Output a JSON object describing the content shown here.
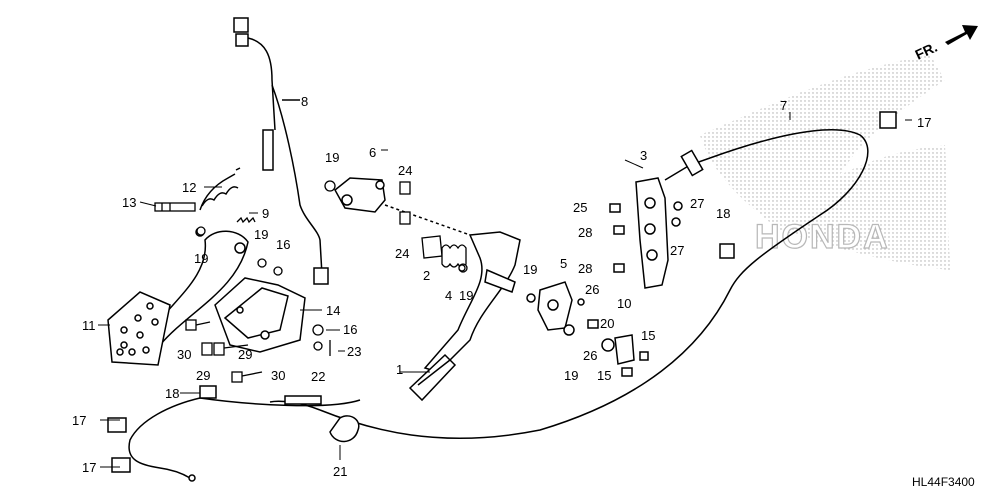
{
  "diagram": {
    "code": "HL44F3400",
    "direction_marker": "FR.",
    "watermark": "HONDA",
    "colors": {
      "ink": "#000000",
      "part_fill": "#ffffff",
      "watermark": "#c8c8c8"
    },
    "callouts": [
      {
        "id": "c1",
        "text": "1"
      },
      {
        "id": "c2",
        "text": "2"
      },
      {
        "id": "c3",
        "text": "3"
      },
      {
        "id": "c4",
        "text": "4"
      },
      {
        "id": "c5",
        "text": "5"
      },
      {
        "id": "c6",
        "text": "6"
      },
      {
        "id": "c7",
        "text": "7"
      },
      {
        "id": "c8",
        "text": "8"
      },
      {
        "id": "c9",
        "text": "9"
      },
      {
        "id": "c10",
        "text": "10"
      },
      {
        "id": "c11",
        "text": "11"
      },
      {
        "id": "c12",
        "text": "12"
      },
      {
        "id": "c13",
        "text": "13"
      },
      {
        "id": "c14",
        "text": "14"
      },
      {
        "id": "c15a",
        "text": "15"
      },
      {
        "id": "c15b",
        "text": "15"
      },
      {
        "id": "c16a",
        "text": "16"
      },
      {
        "id": "c16b",
        "text": "16"
      },
      {
        "id": "c17a",
        "text": "17"
      },
      {
        "id": "c17b",
        "text": "17"
      },
      {
        "id": "c17c",
        "text": "17"
      },
      {
        "id": "c18a",
        "text": "18"
      },
      {
        "id": "c18b",
        "text": "18"
      },
      {
        "id": "c19a",
        "text": "19"
      },
      {
        "id": "c19b",
        "text": "19"
      },
      {
        "id": "c19c",
        "text": "19"
      },
      {
        "id": "c19d",
        "text": "19"
      },
      {
        "id": "c19e",
        "text": "19"
      },
      {
        "id": "c19f",
        "text": "19"
      },
      {
        "id": "c20",
        "text": "20"
      },
      {
        "id": "c21",
        "text": "21"
      },
      {
        "id": "c22",
        "text": "22"
      },
      {
        "id": "c23",
        "text": "23"
      },
      {
        "id": "c24a",
        "text": "24"
      },
      {
        "id": "c24b",
        "text": "24"
      },
      {
        "id": "c25",
        "text": "25"
      },
      {
        "id": "c26a",
        "text": "26"
      },
      {
        "id": "c26b",
        "text": "26"
      },
      {
        "id": "c27a",
        "text": "27"
      },
      {
        "id": "c27b",
        "text": "27"
      },
      {
        "id": "c28a",
        "text": "28"
      },
      {
        "id": "c28b",
        "text": "28"
      },
      {
        "id": "c29a",
        "text": "29"
      },
      {
        "id": "c29b",
        "text": "29"
      },
      {
        "id": "c30a",
        "text": "30"
      },
      {
        "id": "c30b",
        "text": "30"
      }
    ]
  }
}
